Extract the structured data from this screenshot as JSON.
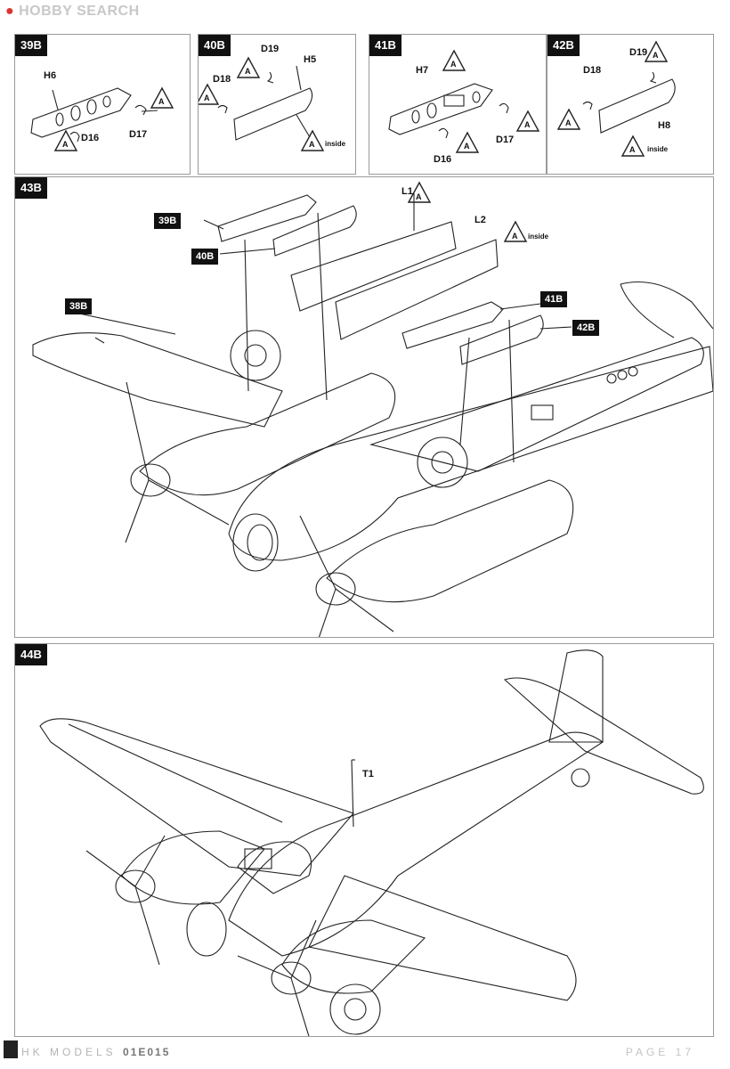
{
  "watermark": "HOBBY SEARCH",
  "steps": {
    "s39b": {
      "label": "39B",
      "parts": {
        "h6": "H6",
        "d16": "D16",
        "d17": "D17"
      },
      "glue": "A"
    },
    "s40b": {
      "label": "40B",
      "parts": {
        "d19": "D19",
        "h5": "H5",
        "d18": "D18"
      },
      "glue": "A",
      "inside": "inside"
    },
    "s41b": {
      "label": "41B",
      "parts": {
        "h7": "H7",
        "d16": "D16",
        "d17": "D17"
      },
      "glue": "A"
    },
    "s42b": {
      "label": "42B",
      "parts": {
        "d19": "D19",
        "d18": "D18",
        "h8": "H8"
      },
      "glue": "A",
      "inside": "inside"
    },
    "s43b": {
      "label": "43B",
      "refs": {
        "r39b": "39B",
        "r40b": "40B",
        "r38b": "38B",
        "r41b": "41B",
        "r42b": "42B"
      },
      "parts": {
        "l1": "L1",
        "l2": "L2"
      },
      "glue": "A",
      "inside": "inside"
    },
    "s44b": {
      "label": "44B",
      "parts": {
        "t1": "T1"
      }
    }
  },
  "footer": {
    "brand": "HK MODELS",
    "code": "01E015",
    "page": "PAGE 17"
  }
}
